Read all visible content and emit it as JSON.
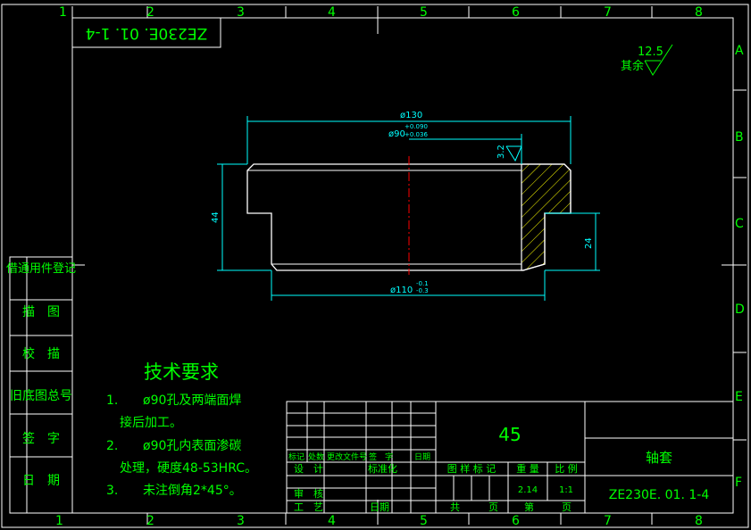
{
  "colors": {
    "background": "#000000",
    "frame_line": "#ffffff",
    "text": "#00ff00",
    "dimension": "#00ffff",
    "hatch": "#ffff00",
    "centerline": "#ff0000"
  },
  "frame": {
    "top_zone_numbers": [
      "1",
      "2",
      "3",
      "4",
      "5",
      "6",
      "7",
      "8"
    ],
    "bottom_zone_numbers": [
      "1",
      "2",
      "3",
      "4",
      "5",
      "6",
      "7",
      "8"
    ],
    "side_zone_letters": [
      "A",
      "B",
      "C",
      "D",
      "E",
      "F"
    ]
  },
  "drawing_number_top": "ZE230E. 01. 1-4",
  "surface_finish": {
    "label": "其余",
    "value": "12.5"
  },
  "dimensions": {
    "outer_diameter": "ø130",
    "bore": "ø90",
    "bore_tol_upper": "+0.090",
    "bore_tol_lower": "+0.036",
    "finish_bore": "3.2",
    "height": "44",
    "step": "24",
    "step_diameter": "ø110",
    "step_tol_upper": "-0.1",
    "step_tol_lower": "-0.3"
  },
  "left_column": [
    "借通用件登记",
    "描　图",
    "校　描",
    "旧底图总号",
    "签　字",
    "日　期"
  ],
  "tech_requirements": {
    "title": "技术要求",
    "items": [
      {
        "num": "1.",
        "line1": "ø90孔及两端面焊",
        "line2": "接后加工。"
      },
      {
        "num": "2.",
        "line1": "ø90孔内表面渗碳",
        "line2": "处理，硬度48-53HRC。"
      },
      {
        "num": "3.",
        "line1": "未注倒角2*45°。",
        "line2": ""
      }
    ]
  },
  "title_block": {
    "material": "45",
    "part_name": "轴套",
    "drawing_number": "ZE230E. 01. 1-4",
    "rev_headers": [
      "标记",
      "处数",
      "更改文件号",
      "签　字",
      "日期"
    ],
    "designer": "设　计",
    "standardization": "标准化",
    "reviewer": "审　核",
    "process": "工　艺",
    "date_label": "日期",
    "stage_label": "图 样 标 记",
    "weight_label": "重 量",
    "scale_label": "比 例",
    "weight": "2.14",
    "scale": "1:1",
    "total_label": "共",
    "page_label": "页",
    "sheet_label": "第",
    "sheet_page_label": "页"
  }
}
